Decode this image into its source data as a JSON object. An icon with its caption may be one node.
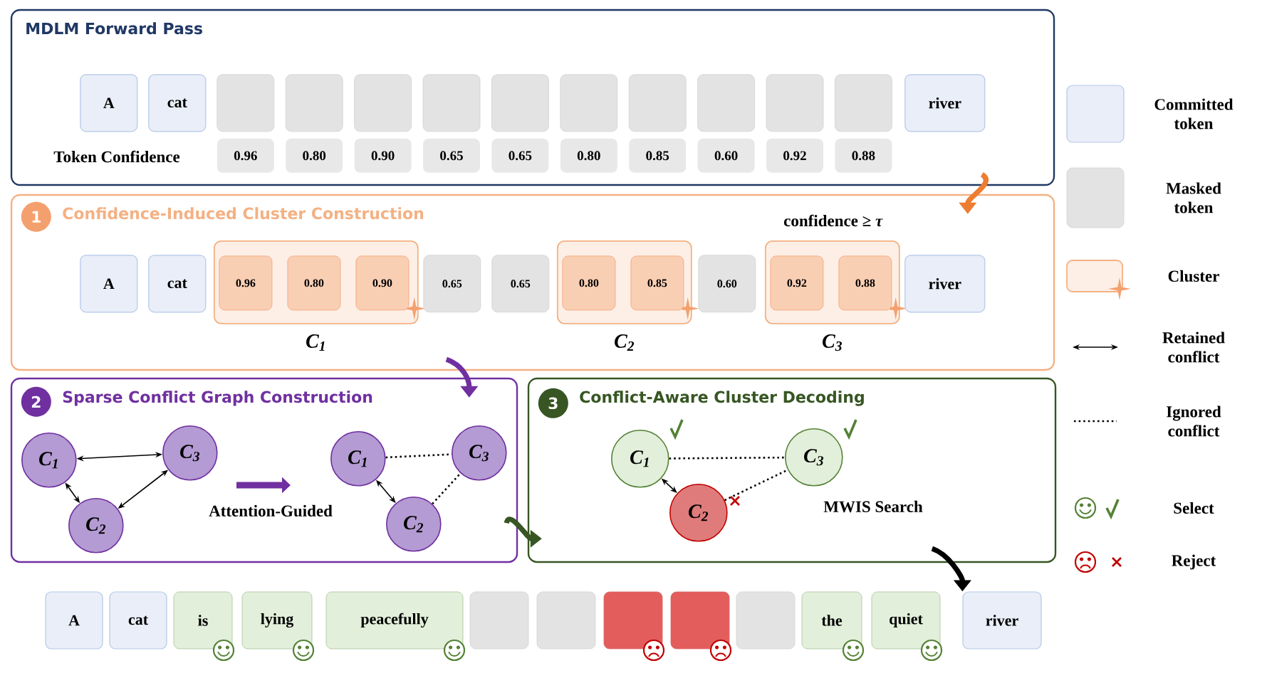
{
  "diagram": {
    "nodes": [
      {
        "text": [
          "MDLM Forward Pass"
        ]
      },
      {
        "text": [
          "A"
        ],
        "in": 0
      },
      {
        "text": [
          "cat"
        ],
        "in": 0
      },
      {
        "text": [],
        "shape": "box",
        "in": 0
      },
      {
        "text": [],
        "shape": "box",
        "in": 0
      },
      {
        "text": [],
        "shape": "box",
        "in": 0
      },
      {
        "text": [],
        "shape": "box",
        "in": 0
      },
      {
        "text": [],
        "shape": "box",
        "in": 0
      },
      {
        "text": [],
        "shape": "box",
        "in": 0
      },
      {
        "text": [],
        "shape": "box",
        "in": 0
      },
      {
        "text": [],
        "shape": "box",
        "in": 0
      },
      {
        "text": [],
        "shape": "box",
        "in": 0
      },
      {
        "text": [],
        "shape": "box",
        "in": 0
      },
      {
        "text": [
          "river"
        ],
        "in": 0
      },
      {
        "text": [
          "0.96"
        ],
        "in": 0
      },
      {
        "text": [
          "0.80"
        ],
        "in": 0
      },
      {
        "text": [
          "0.90"
        ],
        "in": 0
      },
      {
        "text": [
          "0.65"
        ],
        "in": 0
      },
      {
        "text": [
          "0.65"
        ],
        "in": 0
      },
      {
        "text": [
          "0.80"
        ],
        "in": 0
      },
      {
        "text": [
          "0.85"
        ],
        "in": 0
      },
      {
        "text": [
          "0.60"
        ],
        "in": 0
      },
      {
        "text": [
          "0.92"
        ],
        "in": 0
      },
      {
        "text": [
          "0.88"
        ],
        "in": 0
      },
      {
        "text": [
          "Confidence-Induced Cluster Construction"
        ]
      },
      {
        "text": [
          "1"
        ],
        "in": 24
      },
      {
        "text": [
          "A"
        ],
        "in": 24
      },
      {
        "text": [
          "cat"
        ],
        "in": 24
      },
      {
        "text": [
          "C$_{1}$"
        ],
        "in": 24
      },
      {
        "text": [
          "0.96"
        ],
        "in": 28
      },
      {
        "text": [
          "0.80"
        ],
        "in": 28
      },
      {
        "text": [
          "0.90"
        ],
        "in": 28
      },
      {
        "text": [
          "0.65"
        ],
        "in": 24
      },
      {
        "text": [
          "0.65"
        ],
        "in": 24
      },
      {
        "text": [
          "C$_{2}$"
        ],
        "in": 24
      },
      {
        "text": [
          "0.80"
        ],
        "in": 34
      },
      {
        "text": [
          "0.85"
        ],
        "in": 34
      },
      {
        "text": [
          "0.60"
        ],
        "in": 24
      },
      {
        "text": [
          "C$_{3}$"
        ],
        "in": 24
      },
      {
        "text": [
          "0.92"
        ],
        "in": 38
      },
      {
        "text": [
          "0.88"
        ],
        "in": 38
      },
      {
        "text": [
          "river"
        ],
        "in": 24
      },
      {
        "text": [
          "Sparse Conflict Graph Construction"
        ]
      },
      {
        "text": [
          "2"
        ],
        "in": 42
      },
      {
        "text": [
          "C$_{1}$"
        ],
        "in": 42
      },
      {
        "text": [
          "C$_{3}$"
        ],
        "in": 42
      },
      {
        "text": [
          "C$_{2}$"
        ],
        "in": 42
      },
      {
        "text": [
          "C$_{1}$"
        ],
        "in": 42
      },
      {
        "text": [
          "C$_{3}$"
        ],
        "in": 42
      },
      {
        "text": [
          "C$_{2}$"
        ],
        "in": 42
      },
      {
        "text": [
          "Conflict-Aware Cluster Decoding"
        ]
      },
      {
        "text": [
          "3"
        ],
        "in": 50
      },
      {
        "text": [
          "C$_{1}$"
        ],
        "in": 50
      },
      {
        "text": [
          "C$_{3}$"
        ],
        "in": 50
      },
      {
        "text": [
          "C$_{2}$"
        ],
        "in": 50
      },
      {
        "text": [
          "A"
        ]
      },
      {
        "text": [
          "cat"
        ]
      },
      {
        "text": [
          "is"
        ]
      },
      {
        "text": [
          "lying"
        ]
      },
      {
        "text": [
          "peacefully"
        ]
      },
      {
        "text": [],
        "shape": "box"
      },
      {
        "text": [],
        "shape": "box"
      },
      {
        "text": [],
        "shape": "box"
      },
      {
        "text": [],
        "shape": "box"
      },
      {
        "text": [],
        "shape": "box"
      },
      {
        "text": [
          "the"
        ]
      },
      {
        "text": [
          "quiet"
        ]
      },
      {
        "text": [
          "river"
        ]
      }
    ],
    "edges": [
      {
        "from": 0,
        "to": 24,
        "arrow": "to",
        "style": "thick",
        "color": "#ed7d31"
      },
      {
        "from": 24,
        "to": 42,
        "arrow": "to",
        "style": "thick",
        "color": "#7030a0"
      },
      {
        "from": 42,
        "to": 50,
        "arrow": "to",
        "style": "thick",
        "color": "#375623"
      },
      {
        "from": 50,
        "to": 67,
        "arrow": "to",
        "style": "thick"
      },
      {
        "from": 44,
        "to": 45,
        "arrow": "both"
      },
      {
        "from": 44,
        "to": 46,
        "arrow": "both"
      },
      {
        "from": 46,
        "to": 45,
        "arrow": "both"
      },
      {
        "from": 47,
        "to": 49,
        "arrow": "both"
      },
      {
        "from": 47,
        "to": 48,
        "arrow": "none",
        "style": "dashed"
      },
      {
        "from": 49,
        "to": 48,
        "arrow": "none",
        "style": "dashed"
      },
      {
        "from": 52,
        "to": 54,
        "arrow": "both"
      },
      {
        "from": 52,
        "to": 53,
        "arrow": "none",
        "style": "dashed"
      },
      {
        "from": 54,
        "to": 53,
        "arrow": "none",
        "style": "dashed"
      }
    ],
    "labels": [
      "Token Confidence",
      "confidence ≥ *τ*",
      "Attention-Guided",
      "MWIS Search"
    ],
    "legend": [
      {
        "text": "Committed token",
        "color": "#e9eef8"
      },
      {
        "text": "Masked token"
      },
      {
        "text": "Cluster"
      },
      {
        "text": "Retained conflict"
      },
      {
        "text": "Ignored conflict"
      },
      {
        "text": "Select"
      },
      {
        "text": "Reject"
      }
    ]
  }
}
